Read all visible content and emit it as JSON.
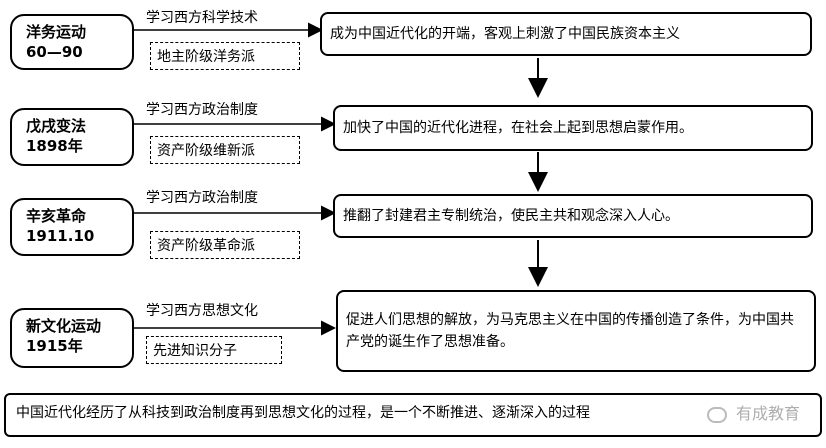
{
  "rows": [
    {
      "era_name": "洋务运动",
      "era_year": "60—90",
      "learn": "学习西方科学技术",
      "class": "地主阶级洋务派",
      "result": "成为中国近代化的开端，客观上刺激了中国民族资本主义"
    },
    {
      "era_name": "戊戌变法",
      "era_year": "1898年",
      "learn": "学习西方政治制度",
      "class": "资产阶级维新派",
      "result": "加快了中国的近代化进程，在社会上起到思想启蒙作用。"
    },
    {
      "era_name": "辛亥革命",
      "era_year": "1911.10",
      "learn": "学习西方政治制度",
      "class": "资产阶级革命派",
      "result": "推翻了封建君主专制统治，使民主共和观念深入人心。"
    },
    {
      "era_name": "新文化运动",
      "era_year": "1915年",
      "learn": "学习西方思想文化",
      "class": "先进知识分子",
      "result": "促进人们思想的解放，为马克思主义在中国的传播创造了条件，为中国共产党的诞生作了思想准备。"
    }
  ],
  "summary": "中国近代化经历了从科技到政治制度再到思想文化的过程，是一个不断推进、逐渐深入的过程",
  "watermark": "有成教育"
}
